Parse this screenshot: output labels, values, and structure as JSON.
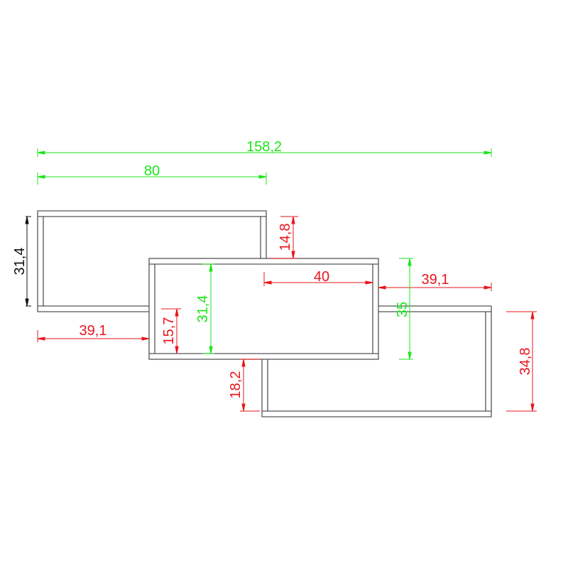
{
  "drawing": {
    "title": "Shelf unit dimension drawing",
    "colors": {
      "red": "#e8141c",
      "green": "#19e619",
      "black": "#111111",
      "outline": "#555555"
    },
    "dimensions": {
      "overall_width": "158,2",
      "top_box_width": "80",
      "top_box_height": "31,4",
      "offset_top_middle": "14,8",
      "middle_inner_half": "40",
      "right_overhang": "39,1",
      "middle_outer_height": "35",
      "bottom_box_height": "34,8",
      "left_offset": "39,1",
      "half_inner_height": "15,7",
      "middle_inner_height": "31,4",
      "offset_middle_bottom": "18,2"
    }
  }
}
